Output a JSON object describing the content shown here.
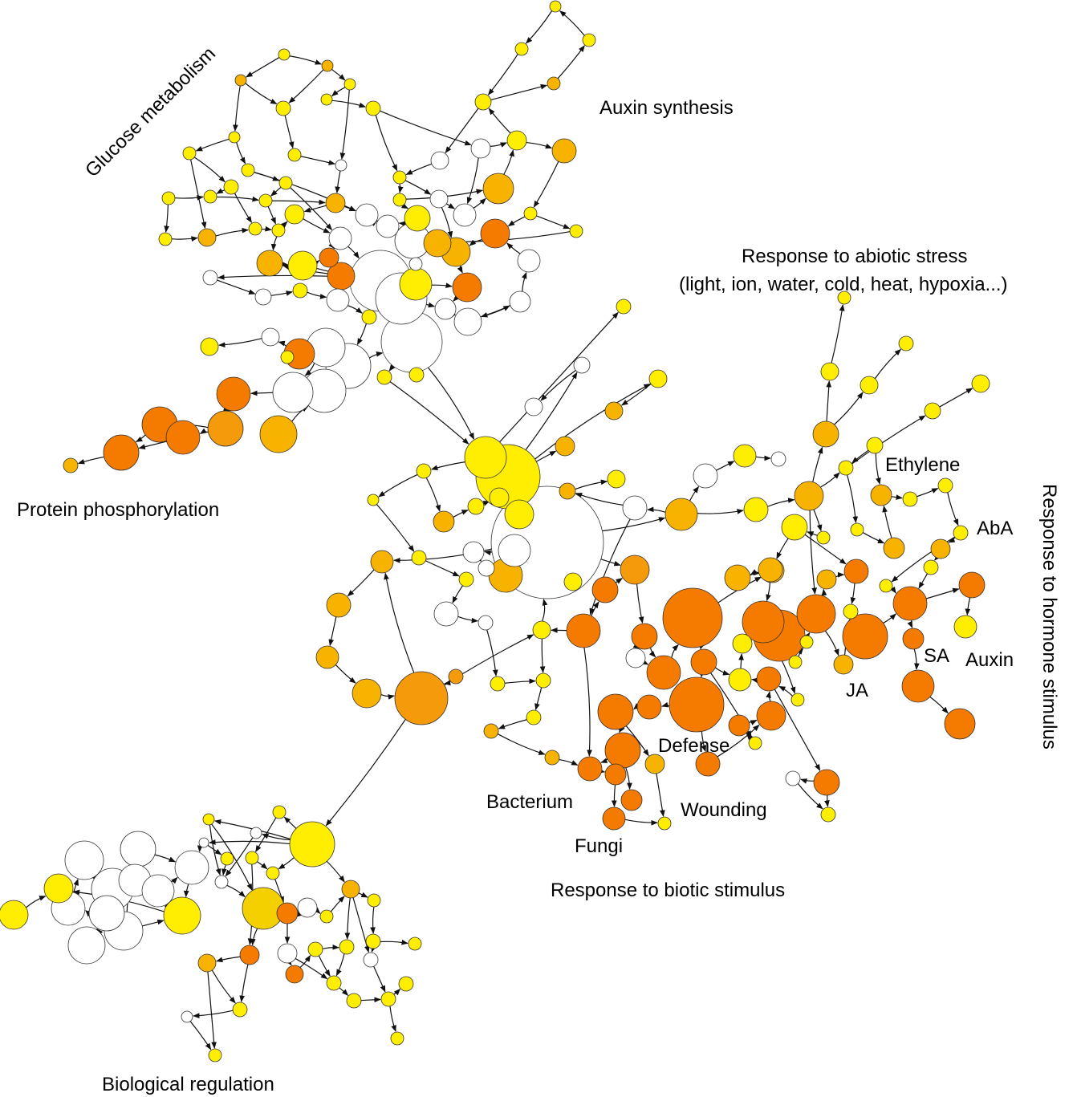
{
  "labels": {
    "glucose_metabolism": "Glucose metabolism",
    "auxin_synthesis": "Auxin synthesis",
    "abiotic_stress_title": "Response to abiotic stress",
    "abiotic_stress_detail": "(light, ion, water, cold, heat, hypoxia...)",
    "protein_phosphorylation": "Protein phosphorylation",
    "ethylene": "Ethylene",
    "aba": "AbA",
    "hormone_stimulus": "Response to hormone stimulus",
    "sa": "SA",
    "auxin": "Auxin",
    "ja": "JA",
    "defense": "Defense",
    "bacterium": "Bacterium",
    "wounding": "Wounding",
    "fungi": "Fungi",
    "biotic_stimulus": "Response to biotic stimulus",
    "biological_regulation": "Biological regulation"
  },
  "colors": {
    "white": "#ffffff",
    "yellow": "#ffee00",
    "gold": "#f5d000",
    "amber": "#f7b300",
    "orange": "#f59a0a",
    "dark_orange": "#f57a00",
    "edge": "#111111"
  }
}
